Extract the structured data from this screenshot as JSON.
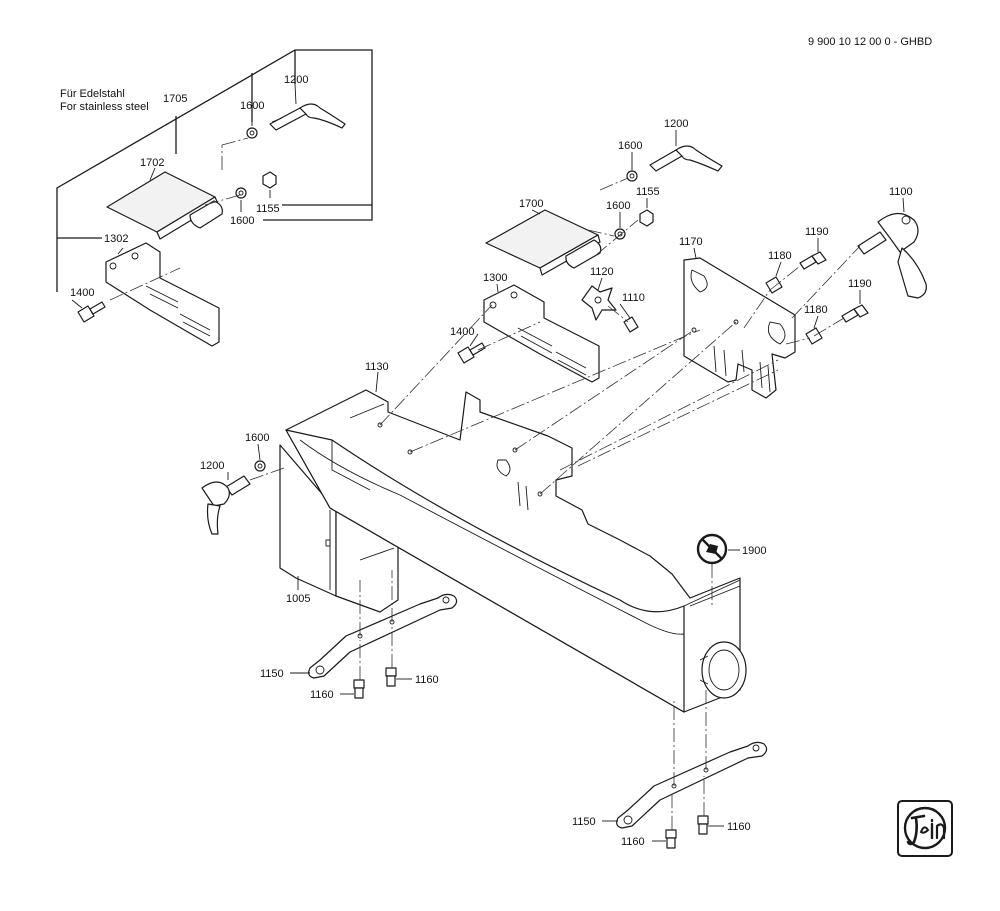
{
  "document": {
    "code": "9 900 10 12 00 0 - GHBD"
  },
  "inset": {
    "note_de": "Für Edelstahl",
    "note_en": "For stainless steel"
  },
  "labels": {
    "p1705": "1705",
    "p1200a": "1200",
    "p1600a": "1600",
    "p1702": "1702",
    "p1600b": "1600",
    "p1155a": "1155",
    "p1302": "1302",
    "p1400a": "1400",
    "p1200b": "1200",
    "p1600c": "1600",
    "p1155b": "1155",
    "p1700": "1700",
    "p1600d": "1600",
    "p1100": "1100",
    "p1170": "1170",
    "p1190a": "1190",
    "p1180a": "1180",
    "p1190b": "1190",
    "p1180b": "1180",
    "p1300": "1300",
    "p1120": "1120",
    "p1110": "1110",
    "p1400b": "1400",
    "p1130": "1130",
    "p1600e": "1600",
    "p1200c": "1200",
    "p1005": "1005",
    "p1900": "1900",
    "p1150a": "1150",
    "p1160a": "1160",
    "p1160b": "1160",
    "p1150b": "1150",
    "p1160c": "1160",
    "p1160d": "1160"
  },
  "logo": {
    "name": "fein-logo"
  }
}
